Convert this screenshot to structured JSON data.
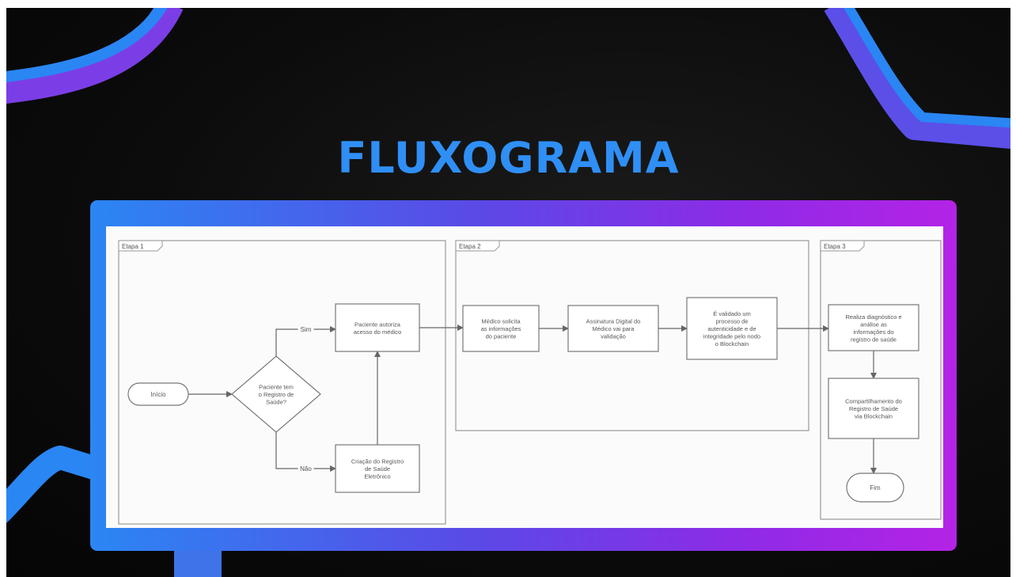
{
  "title": "FLUXOGRAMA",
  "colors": {
    "title": "#2f8ff5",
    "frame_gradient": [
      "#2b86f3",
      "#5b49e6",
      "#8e2be6",
      "#b423e6"
    ],
    "background": "#0c0c0c",
    "decor_blue": "#2a86f3",
    "decor_purple": "#7b3ee6"
  },
  "diagram": {
    "lanes": [
      {
        "id": "lane1",
        "label": "Etapa 1"
      },
      {
        "id": "lane2",
        "label": "Etapa 2"
      },
      {
        "id": "lane3",
        "label": "Etapa 3"
      }
    ],
    "nodes": [
      {
        "id": "inicio",
        "shape": "terminal",
        "lines": [
          "Início"
        ]
      },
      {
        "id": "decisao",
        "shape": "diamond",
        "lines": [
          "Paciente tem",
          "o Registro de",
          "Saúde?"
        ]
      },
      {
        "id": "autoriza",
        "shape": "rect",
        "lines": [
          "Paciente autoriza",
          "acesso do médico"
        ]
      },
      {
        "id": "criacao",
        "shape": "rect",
        "lines": [
          "Criação do Registro",
          "de Saúde",
          "Eletrônico"
        ]
      },
      {
        "id": "solicita",
        "shape": "rect",
        "lines": [
          "Médico solicita",
          "as informações",
          "do paciente"
        ]
      },
      {
        "id": "assinatura",
        "shape": "rect",
        "lines": [
          "Assinatura Digital do",
          "Médico vai para",
          "validação"
        ]
      },
      {
        "id": "validacao",
        "shape": "rect",
        "lines": [
          "É validado um",
          "processo de",
          "autenticidade e de",
          "integridade pelo nodo",
          "o Blockchain"
        ]
      },
      {
        "id": "analise",
        "shape": "rect",
        "lines": [
          "Realiza diagnóstico e",
          "análise as",
          "informações do",
          "registro de saúde"
        ]
      },
      {
        "id": "compartilha",
        "shape": "rect",
        "lines": [
          "Compartilhamento do",
          "Registro de Saúde",
          "via Blockchain"
        ]
      },
      {
        "id": "fim",
        "shape": "terminal",
        "lines": [
          "Fim"
        ]
      }
    ],
    "edges": [
      {
        "from": "inicio",
        "to": "decisao",
        "label": ""
      },
      {
        "from": "decisao",
        "to": "autoriza",
        "label": "Sim"
      },
      {
        "from": "decisao",
        "to": "criacao",
        "label": "Não"
      },
      {
        "from": "criacao",
        "to": "autoriza",
        "label": ""
      },
      {
        "from": "autoriza",
        "to": "solicita",
        "label": ""
      },
      {
        "from": "solicita",
        "to": "assinatura",
        "label": ""
      },
      {
        "from": "assinatura",
        "to": "validacao",
        "label": ""
      },
      {
        "from": "validacao",
        "to": "analise",
        "label": ""
      },
      {
        "from": "analise",
        "to": "compartilha",
        "label": ""
      },
      {
        "from": "compartilha",
        "to": "fim",
        "label": ""
      }
    ]
  }
}
